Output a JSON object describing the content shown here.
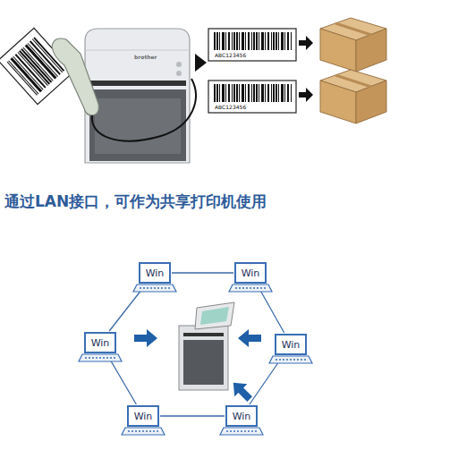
{
  "diagram": {
    "title": "通过LAN接口，可作为共享打印机使用",
    "nodes": [
      {
        "text": [
          "Win"
        ]
      },
      {
        "text": [
          "Win"
        ]
      },
      {
        "text": [
          "Win"
        ]
      },
      {
        "text": [
          "Win"
        ]
      },
      {
        "text": [
          "Win"
        ]
      },
      {
        "text": [
          "Win"
        ]
      }
    ],
    "edges": [
      {
        "from": 0,
        "to": 1,
        "arrow": "none"
      },
      {
        "from": 1,
        "to": 3,
        "arrow": "none"
      },
      {
        "from": 3,
        "to": 5,
        "arrow": "none"
      },
      {
        "from": 5,
        "to": 4,
        "arrow": "none"
      },
      {
        "from": 4,
        "to": 2,
        "arrow": "none"
      },
      {
        "from": 2,
        "to": 0,
        "arrow": "none"
      }
    ],
    "labels": [
      "brother",
      "ABC123456",
      "ABC123456"
    ]
  }
}
